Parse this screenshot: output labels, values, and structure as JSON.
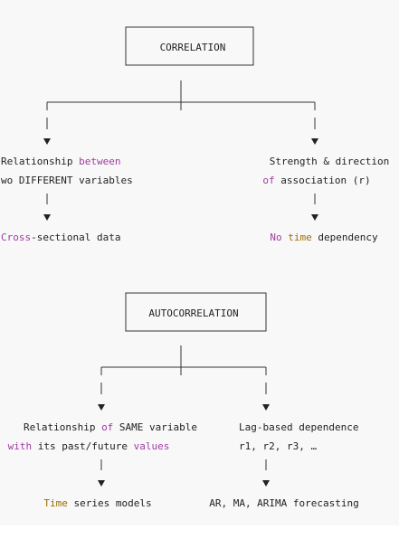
{
  "colors": {
    "background": "#f8f8f8",
    "text": "#222222",
    "keyword_purple": "#a03ba2",
    "keyword_gold": "#9a6d00"
  },
  "correlation": {
    "title": "CORRELATION",
    "left_line1": {
      "a": "Relationship ",
      "b": "between"
    },
    "left_line2": "wo DIFFERENT variables",
    "left_line3": {
      "a": "Cross",
      "b": "-sectional data"
    },
    "right_line1": "Strength & direction",
    "right_line2": {
      "a": "of",
      "b": " association (r)"
    },
    "right_line3": {
      "a": "No ",
      "b": "time",
      "c": " dependency"
    }
  },
  "autocorrelation": {
    "title": "AUTOCORRELATION",
    "left_line1": {
      "a": "Relationship ",
      "b": "of",
      "c": " SAME variable"
    },
    "left_line2": {
      "a": "with",
      "b": " its past/future ",
      "c": "values"
    },
    "left_line3": {
      "a": "Time",
      "b": " series models"
    },
    "right_line1": "Lag-based dependence",
    "right_line2": "r1, r2, r3, …",
    "right_line3": "AR, MA, ARIMA forecasting"
  }
}
